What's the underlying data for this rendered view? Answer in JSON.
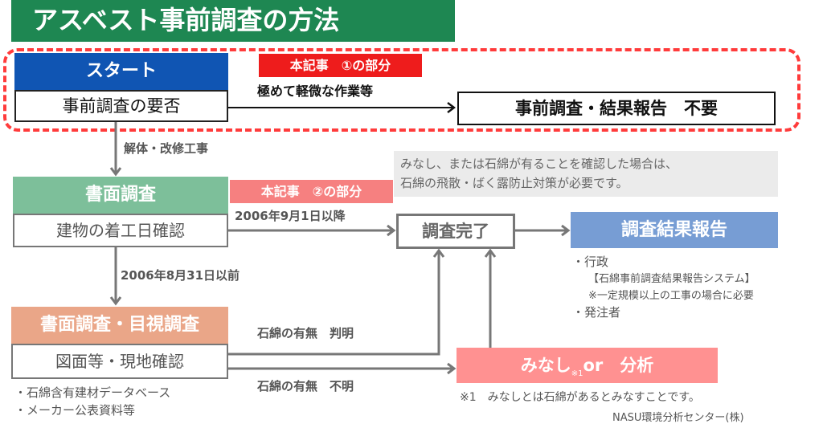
{
  "title": "アスベスト事前調査の方法",
  "colors": {
    "title_bg": "#1e8752",
    "start_bg": "#1055b3",
    "doc_bg": "#7dbf9a",
    "visual_bg": "#eaa688",
    "report_bg": "#779dd4",
    "minashi_bg": "#ff9191",
    "tag_red": "#ee1c1c",
    "tag_pink": "#f68080",
    "dash_border": "#ff3b3b"
  },
  "start": {
    "header": "スタート",
    "box": "事前調査の要否",
    "tag": "本記事　①の部分",
    "branch_label": "極めて軽微な作業等",
    "result": "事前調査・結果報告　不要"
  },
  "demolition_label": "解体・改修工事",
  "note": {
    "line1": "みなし、または石綿が有ることを確認した場合は、",
    "line2": "石綿の飛散・ばく露防止対策が必要です。"
  },
  "document_survey": {
    "header": "書面調査",
    "box": "建物の着工日確認",
    "tag": "本記事　②の部分",
    "after_label": "2006年9月1日以降",
    "before_label": "2006年8月31日以前"
  },
  "completed": "調査完了",
  "report": {
    "header": "調査結果報告",
    "items": [
      "・行政",
      "【石綿事前調査結果報告システム】",
      "※一定規模以上の工事の場合に必要",
      "・発注者"
    ]
  },
  "visual_survey": {
    "header": "書面調査・目視調査",
    "box": "図面等・現地確認",
    "found_label": "石綿の有無　判明",
    "unknown_label": "石綿の有無　不明",
    "refs": [
      "・石綿含有建材データベース",
      "・メーカー公表資料等"
    ]
  },
  "minashi": {
    "main": "みなし",
    "mark": "※1",
    "rest": "or　分析",
    "footnote": "※1　みなしとは石綿があるとみなすことです。"
  },
  "credit": "NASU環境分析センター(株)"
}
